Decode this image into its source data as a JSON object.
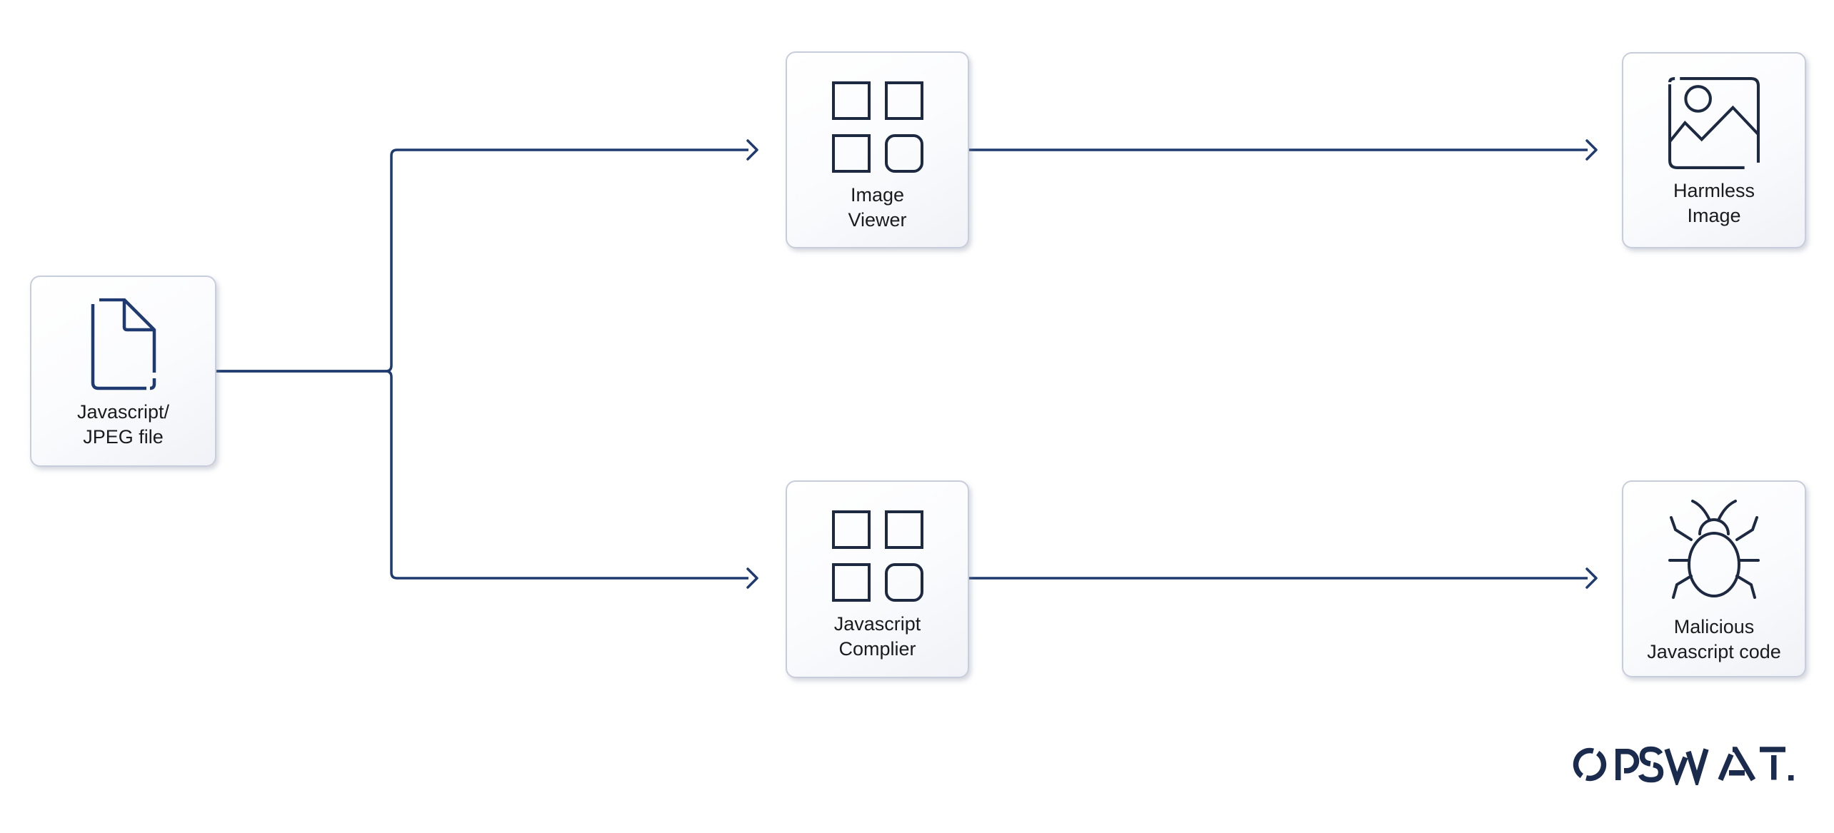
{
  "diagram": {
    "type": "flowchart",
    "nodes": [
      {
        "id": "source",
        "icon": "file-icon",
        "lines": [
          "Javascript/",
          "JPEG file"
        ]
      },
      {
        "id": "image-viewer",
        "icon": "grid-icon",
        "lines": [
          "Image",
          "Viewer"
        ]
      },
      {
        "id": "javascript-complier",
        "icon": "grid-icon",
        "lines": [
          "Javascript",
          "Complier"
        ]
      },
      {
        "id": "harmless-image",
        "icon": "image-icon",
        "lines": [
          "Harmless",
          "Image"
        ]
      },
      {
        "id": "malicious-code",
        "icon": "bug-icon",
        "lines": [
          "Malicious",
          "Javascript code"
        ]
      }
    ],
    "edges": [
      {
        "from": "source",
        "to": "image-viewer",
        "arrow": true
      },
      {
        "from": "source",
        "to": "javascript-complier",
        "arrow": true
      },
      {
        "from": "image-viewer",
        "to": "harmless-image",
        "arrow": true
      },
      {
        "from": "javascript-complier",
        "to": "malicious-code",
        "arrow": true
      }
    ],
    "colors": {
      "connector": "#1e3a6e",
      "file_icon": "#1f3a70",
      "dark_icon": "#1c2940",
      "node_border": "#c7cdda",
      "node_background": "#fafbfd",
      "label_text": "#1b1b1d",
      "logo_navy": "#1b2b4d",
      "page_background": "#ffffff"
    }
  },
  "brand": {
    "logo_text": "OPSWAT."
  }
}
